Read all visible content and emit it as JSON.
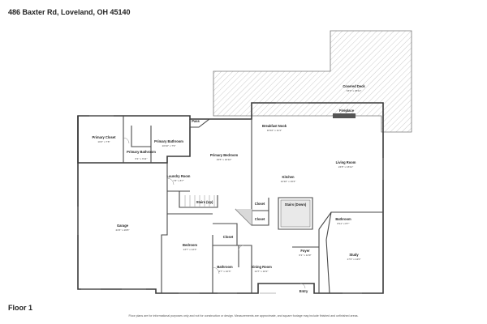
{
  "header": {
    "address": "486 Baxter Rd, Loveland, OH 45140"
  },
  "floor_label": "Floor 1",
  "disclaimer": "Floor plans are for informational purposes only and not for construction or design. Measurements are approximate, and square footage may include finished and unfinished areas.",
  "rooms": {
    "covered_deck": {
      "name": "Covered Deck",
      "dims": "33'0\" x 26'11\""
    },
    "fireplace": {
      "name": "Fireplace"
    },
    "pass": {
      "name": "Pass"
    },
    "primary_closet": {
      "name": "Primary Closet",
      "dims": "10'2\" x 7'8\""
    },
    "primary_bathroom": {
      "name": "Primary Bathroom",
      "dims": "10'10\" x 7'9\""
    },
    "primary_bathroom_2": {
      "name": "Primary Bathroom",
      "dims": "6'1\" x 3'11\""
    },
    "primary_bedroom": {
      "name": "Primary Bedroom",
      "dims": "15'5\" x 16'10\""
    },
    "breakfast_nook": {
      "name": "Breakfast Nook",
      "dims": "16'10\" x 11'1\""
    },
    "living_room": {
      "name": "Living Room",
      "dims": "24'8\" x 16'11\""
    },
    "laundry_room": {
      "name": "Laundry Room",
      "dims": "7'3\" x 8'7\""
    },
    "kitchen": {
      "name": "Kitchen",
      "dims": "12'10\" x 16'4\""
    },
    "stairs_up": {
      "name": "Stairs (Up)"
    },
    "closet_a": {
      "name": "Closet"
    },
    "closet_b": {
      "name": "Closet"
    },
    "stairs_down": {
      "name": "Stairs (Down)"
    },
    "garage": {
      "name": "Garage",
      "dims": "23'3\" x 26'8\""
    },
    "closet_c": {
      "name": "Closet"
    },
    "bedroom": {
      "name": "Bedroom",
      "dims": "13'7\" x 12'3\""
    },
    "bathroom_right": {
      "name": "Bathroom",
      "dims": "8'11\" x 8'7\""
    },
    "foyer": {
      "name": "Foyer",
      "dims": "6'1\" x 14'9\""
    },
    "study": {
      "name": "Study",
      "dims": "17'4\" x 14'0\""
    },
    "bathroom_small": {
      "name": "Bathroom",
      "dims": "4'7\" x 10'3\""
    },
    "dining_room": {
      "name": "Dining Room",
      "dims": "14'7\" x 10'2\""
    },
    "entry": {
      "name": "Entry"
    }
  }
}
